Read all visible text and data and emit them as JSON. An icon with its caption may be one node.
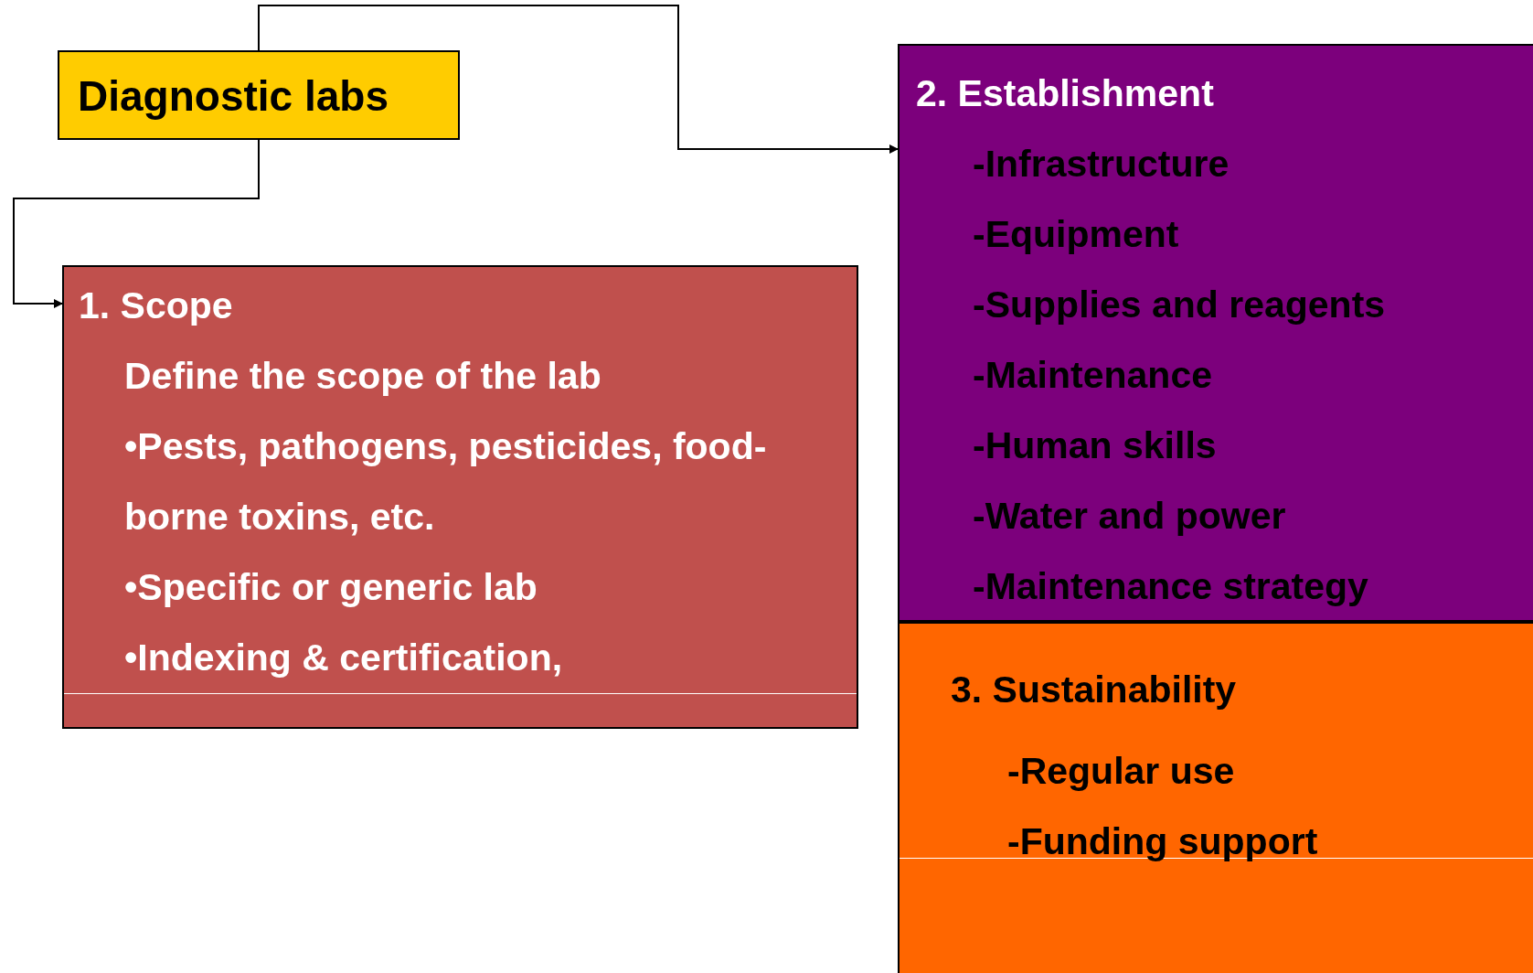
{
  "diagram": {
    "nodes": [
      {
        "text": [
          "Diagnostic labs"
        ]
      },
      {
        "text": [
          "1.  Scope",
          "Define the scope of the lab",
          "•Pests, pathogens, pesticides, food-borne toxins, etc.",
          "•Specific or generic lab",
          "•Indexing & certification,"
        ]
      },
      {
        "text": [
          "2. Establishment",
          "-Infrastructure",
          "-Equipment",
          "-Supplies and reagents",
          "-Maintenance",
          "-Human skills",
          "-Water and power",
          "-Maintenance strategy"
        ]
      },
      {
        "text": [
          "3. Sustainability",
          "-Regular use",
          "-Funding support"
        ]
      }
    ],
    "edges": [
      {
        "from": 0,
        "to": 1,
        "arrow": "to"
      },
      {
        "from": 0,
        "to": 2,
        "arrow": "to"
      }
    ]
  }
}
